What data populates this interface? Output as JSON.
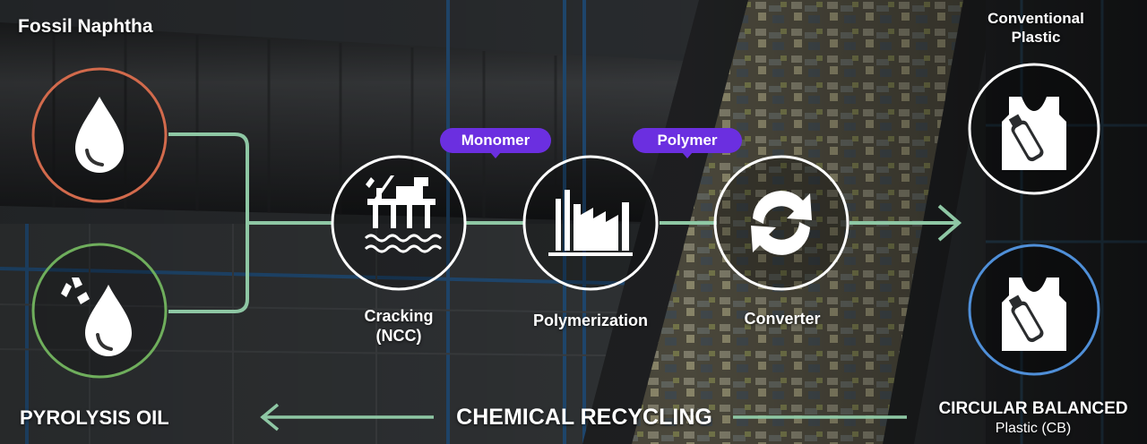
{
  "sources": {
    "fossil_label": "Fossil Naphtha",
    "pyrolysis_label": "PYROLYSIS OIL"
  },
  "tags": {
    "monomer": "Monomer",
    "polymer": "Polymer"
  },
  "steps": {
    "cracking_line1": "Cracking",
    "cracking_line2": "(NCC)",
    "polymerization": "Polymerization",
    "converter": "Converter"
  },
  "outputs": {
    "conventional_line1": "Conventional",
    "conventional_line2": "Plastic",
    "cb_line1": "CIRCULAR BALANCED",
    "cb_line2": "Plastic (CB)"
  },
  "bottom": {
    "chemical_recycling": "CHEMICAL RECYCLING"
  },
  "colors": {
    "fossil_ring": "#d26a4c",
    "pyrolysis_ring": "#6fae5c",
    "flow_line": "#8ec7a4",
    "tag_purple": "#6b2fe0",
    "cb_ring": "#4f8fd8"
  },
  "icons": [
    "oil-drop-icon",
    "recycle-drop-icon",
    "offshore-rig-icon",
    "factory-icon",
    "cycle-arrows-icon",
    "plastic-bag-bottle-icon"
  ]
}
